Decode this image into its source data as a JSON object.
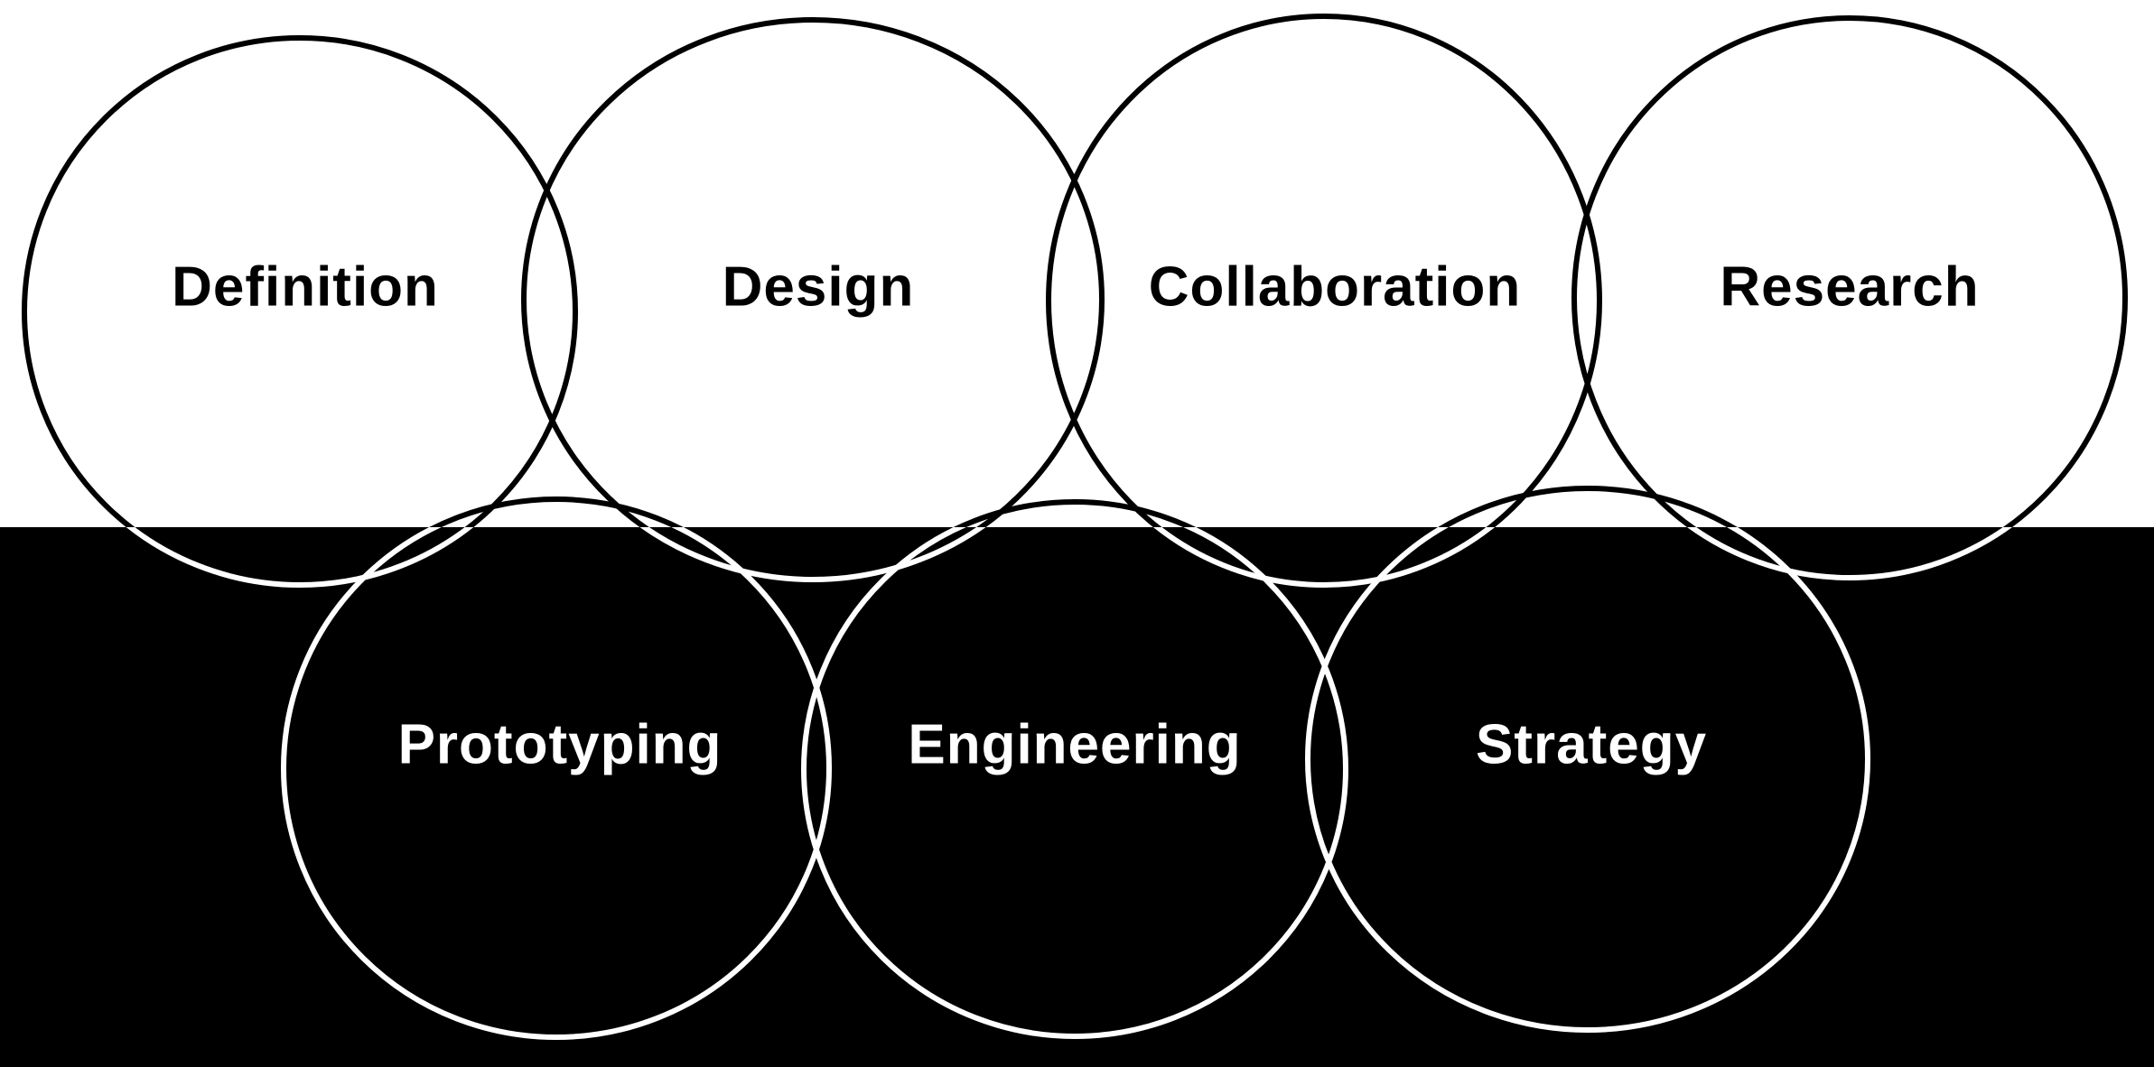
{
  "colors": {
    "light_background": "#ffffff",
    "dark_background": "#000000",
    "light_stroke": "#ffffff",
    "dark_stroke": "#000000"
  },
  "top_row": [
    {
      "id": "definition",
      "label": "Definition"
    },
    {
      "id": "design",
      "label": "Design"
    },
    {
      "id": "collaboration",
      "label": "Collaboration"
    },
    {
      "id": "research",
      "label": "Research"
    }
  ],
  "bottom_row": [
    {
      "id": "prototyping",
      "label": "Prototyping"
    },
    {
      "id": "engineering",
      "label": "Engineering"
    },
    {
      "id": "strategy",
      "label": "Strategy"
    }
  ]
}
